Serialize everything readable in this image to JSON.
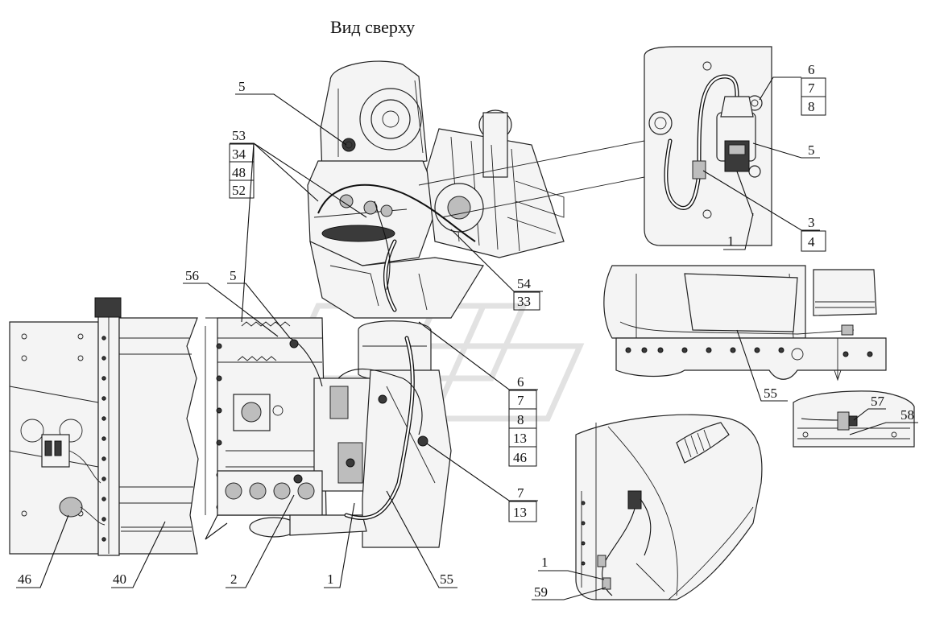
{
  "title": "Вид сверху",
  "callouts": {
    "c5_top": "5",
    "c53": "53",
    "c34": "34",
    "c48": "48",
    "c52": "52",
    "c56": "56",
    "c5_mid": "5",
    "c54": "54",
    "c33": "33",
    "c6_top": "6",
    "c7_top": "7",
    "c8_top": "8",
    "c5_right": "5",
    "c3": "3",
    "c4": "4",
    "c1_right": "1",
    "c6_mid": "6",
    "c7_mid": "7",
    "c8_mid": "8",
    "c13_mid": "13",
    "c46_mid": "46",
    "c7_low": "7",
    "c13_low": "13",
    "c55_right": "55",
    "c57": "57",
    "c58": "58",
    "c46_left": "46",
    "c40": "40",
    "c2": "2",
    "c1_bottom": "1",
    "c55_bottom": "55",
    "c1_inset": "1",
    "c59": "59"
  }
}
